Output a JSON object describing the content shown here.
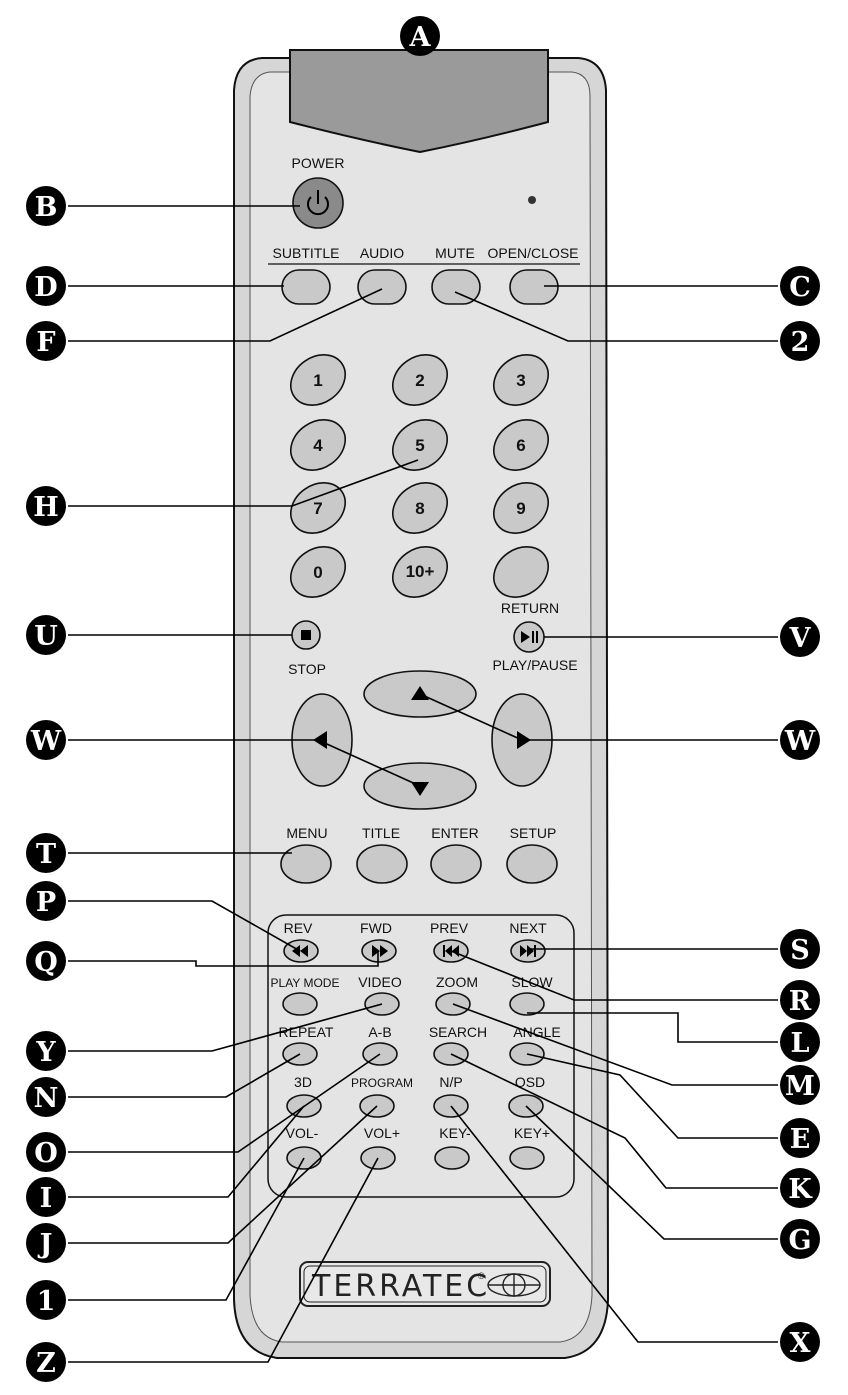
{
  "remote": {
    "power_label": "POWER",
    "top_row": [
      "SUBTITLE",
      "AUDIO",
      "MUTE",
      "OPEN/CLOSE"
    ],
    "numbers": [
      "1",
      "2",
      "3",
      "4",
      "5",
      "6",
      "7",
      "8",
      "9",
      "0",
      "10+"
    ],
    "return_label": "RETURN",
    "stop_label": "STOP",
    "play_pause_label": "PLAY/PAUSE",
    "menu_row": [
      "MENU",
      "TITLE",
      "ENTER",
      "SETUP"
    ],
    "transport_row": [
      "REV",
      "FWD",
      "PREV",
      "NEXT"
    ],
    "function_rows": [
      [
        "PLAY MODE",
        "VIDEO",
        "ZOOM",
        "SLOW"
      ],
      [
        "REPEAT",
        "A-B",
        "SEARCH",
        "ANGLE"
      ],
      [
        "3D",
        "PROGRAM",
        "N/P",
        "OSD"
      ],
      [
        "VOL-",
        "VOL+",
        "KEY-",
        "KEY+"
      ]
    ],
    "brand": "TERRATEC",
    "registered_mark": "®"
  },
  "callouts": {
    "A": "A",
    "B": "B",
    "D": "D",
    "F": "F",
    "C": "C",
    "2": "2",
    "H": "H",
    "U": "U",
    "V": "V",
    "W_left": "W",
    "W_right": "W",
    "T": "T",
    "P": "P",
    "Q": "Q",
    "S": "S",
    "R": "R",
    "Y": "Y",
    "L": "L",
    "N": "N",
    "M": "M",
    "O": "O",
    "E": "E",
    "I": "I",
    "K": "K",
    "J": "J",
    "G": "G",
    "1": "1",
    "X": "X",
    "Z": "Z"
  },
  "colors": {
    "body": "#d6d6d6",
    "body_inner": "#e6e6e6",
    "button": "#c9c9c9",
    "power": "#8a8a8a",
    "callout_fill": "#000000"
  }
}
